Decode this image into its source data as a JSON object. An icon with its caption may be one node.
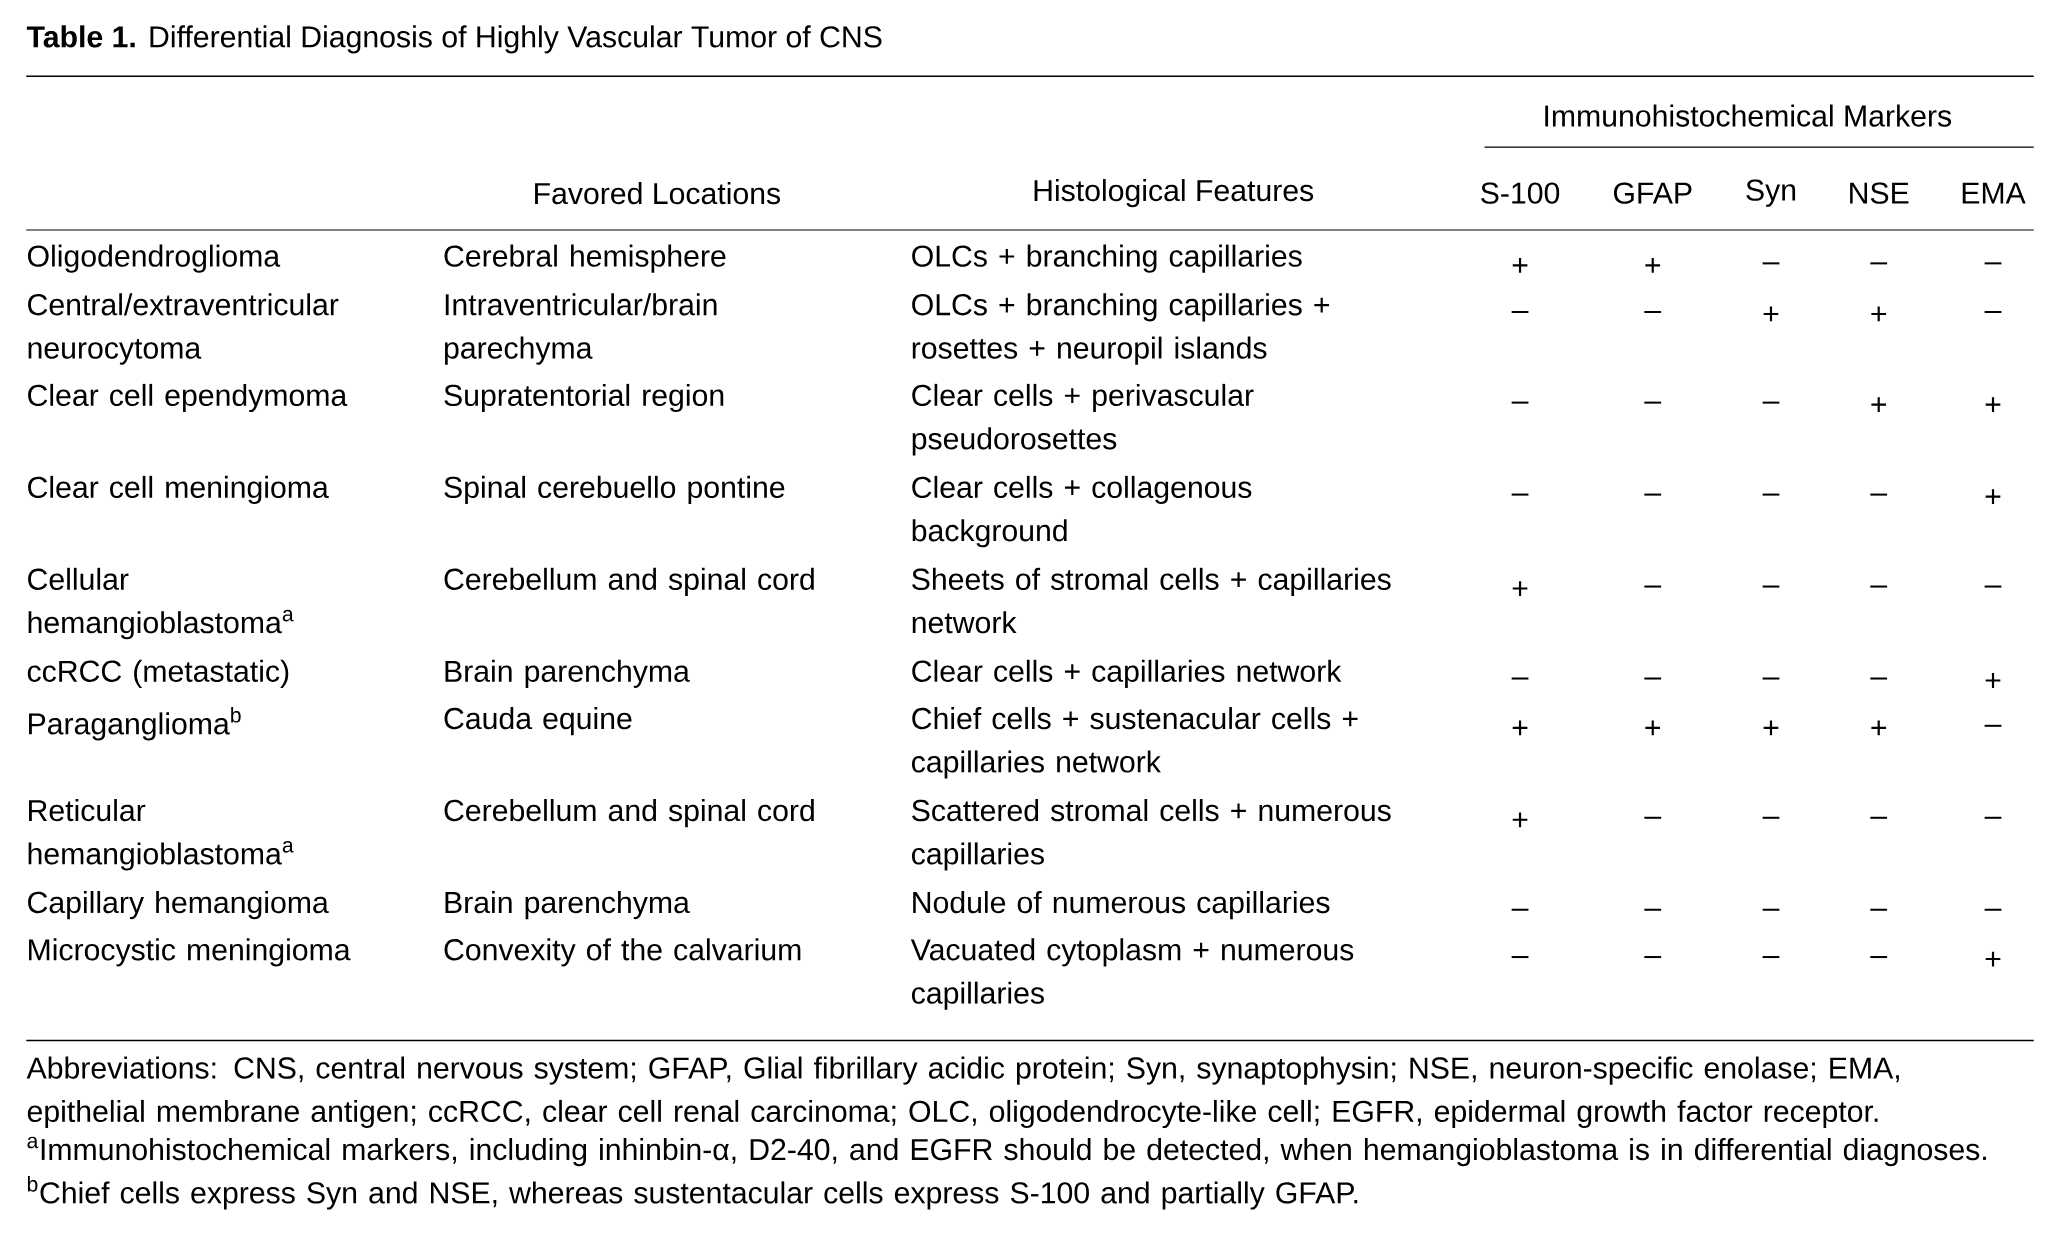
{
  "diagram": {
    "title": "**Table 1.** Differential Diagnosis of Highly Vascular Tumor of CNS",
    "labels": [
      "Immunohistochemical Markers",
      "Favored Locations",
      "Histological Features",
      "S-100",
      "GFAP",
      "Syn",
      "NSE",
      "EMA",
      "Oligodendroglioma",
      "Cerebral hemisphere",
      "OLCs + branching capillaries",
      "+",
      "+",
      "–",
      "–",
      "–",
      "Central/extraventricular neurocytoma",
      "Intraventricular/brain parechyma",
      "OLCs + branching capillaries + rosettes + neuropil islands",
      "–",
      "–",
      "+",
      "+",
      "–",
      "Clear cell ependymoma",
      "Supratentorial region",
      "Clear cells + perivascular pseudorosettes",
      "–",
      "–",
      "–",
      "+",
      "+",
      "Clear cell meningioma",
      "Spinal cerebuello pontine",
      "Clear cells + collagenous background",
      "–",
      "–",
      "–",
      "–",
      "+",
      "Cellular hemangioblastoma$^{a}$",
      "Cerebellum and spinal cord",
      "Sheets of stromal cells + capillaries network",
      "+",
      "–",
      "–",
      "–",
      "–",
      "ccRCC (metastatic)",
      "Brain parenchyma",
      "Clear cells + capillaries network",
      "–",
      "–",
      "–",
      "–",
      "+",
      "Paraganglioma$^{b}$",
      "Cauda equine",
      "Chief cells + sustenacular cells + capillaries network",
      "+",
      "+",
      "+",
      "+",
      "–",
      "Reticular hemangioblastoma$^{a}$",
      "Cerebellum and spinal cord",
      "Scattered stromal cells + numerous capillaries",
      "+",
      "–",
      "–",
      "–",
      "–",
      "Capillary hemangioma",
      "Brain parenchyma",
      "Nodule of numerous capillaries",
      "–",
      "–",
      "–",
      "–",
      "–",
      "Microcystic meningioma",
      "Convexity of the calvarium",
      "Vacuated cytoplasm + numerous capillaries",
      "–",
      "–",
      "–",
      "–",
      "+",
      "Abbreviations: CNS, central nervous system; GFAP, Glial fibrillary acidic protein; Syn, synaptophysin; NSE, neuron-specific enolase; EMA, epithelial membrane antigen; ccRCC, clear cell renal carcinoma; OLC, oligodendrocyte-like cell; EGFR, epidermal growth factor receptor.",
      "$^{a}$Immunohistochemical markers, including inhinbin-α, D2-40, and EGFR should be detected, when hemangioblastoma is in differential diagnoses.",
      "$^{b}$Chief cells express Syn and NSE, whereas sustentacular cells express S-100 and partially GFAP."
    ]
  }
}
